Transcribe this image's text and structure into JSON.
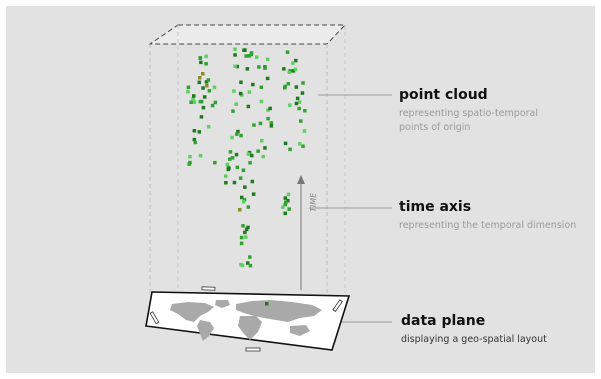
{
  "labels": {
    "point_cloud": {
      "title": "point cloud",
      "desc_line1": "representing spatio-temporal",
      "desc_line2": "points of origin"
    },
    "time_axis": {
      "title": "time axis",
      "desc": "representing the temporal dimension",
      "axis_label": "TIME"
    },
    "data_plane": {
      "title": "data plane",
      "desc": "displaying a geo-spatial layout"
    }
  },
  "colors": {
    "background": "#e2e2e2",
    "point_dark": "#1f7a1f",
    "point_mid": "#2fa32f",
    "point_light": "#5fd05f",
    "point_olive": "#8a8a2a",
    "leader_line": "#9a9a9a",
    "map_land": "#a9a9a9"
  }
}
